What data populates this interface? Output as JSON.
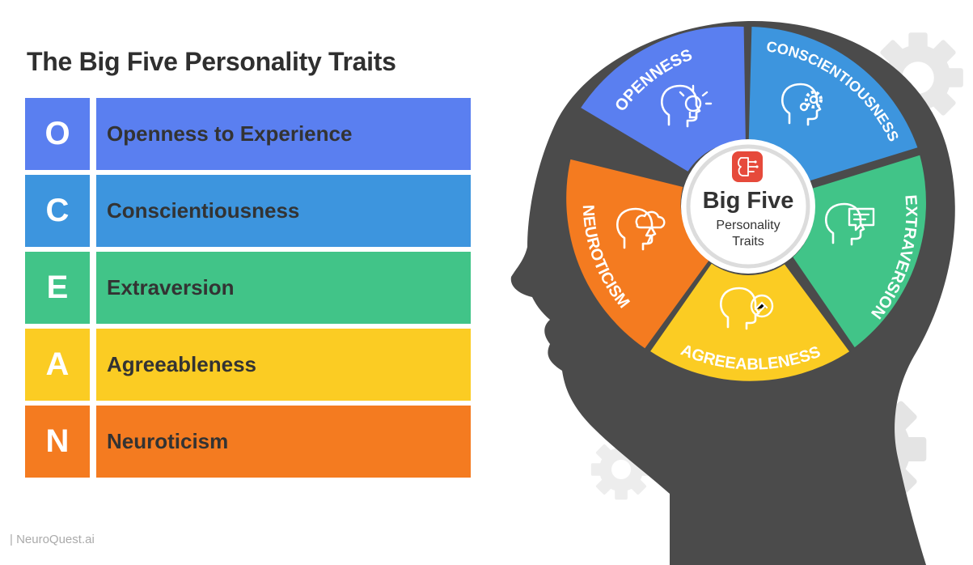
{
  "title": "The Big Five Personality Traits",
  "footer": "| NeuroQuest.ai",
  "ocean": [
    {
      "letter": "O",
      "label": "Openness to Experience",
      "color": "#5a7ff0"
    },
    {
      "letter": "C",
      "label": "Conscientiousness",
      "color": "#3d95de"
    },
    {
      "letter": "E",
      "label": "Extraversion",
      "color": "#41c488"
    },
    {
      "letter": "A",
      "label": "Agreeableness",
      "color": "#fbcc23"
    },
    {
      "letter": "N",
      "label": "Neuroticism",
      "color": "#f47b20"
    }
  ],
  "wheel": {
    "center_title": "Big Five",
    "center_line1": "Personality",
    "center_line2": "Traits",
    "segments": [
      {
        "name": "OPENNESS",
        "color": "#5a7ff0",
        "icon": "lightbulb-head-icon"
      },
      {
        "name": "CONSCIENTIOUSNESS",
        "color": "#3d95de",
        "icon": "gear-head-icon"
      },
      {
        "name": "EXTRAVERSION",
        "color": "#41c488",
        "icon": "speech-head-icon"
      },
      {
        "name": "AGREEABLENESS",
        "color": "#fbcc23",
        "icon": "handshake-head-icon"
      },
      {
        "name": "NEUROTICISM",
        "color": "#f47b20",
        "icon": "storm-head-icon"
      }
    ]
  },
  "colors": {
    "head": "#4b4b4b",
    "gear": "#e8e8e8",
    "center_icon": "#e64a3b"
  }
}
